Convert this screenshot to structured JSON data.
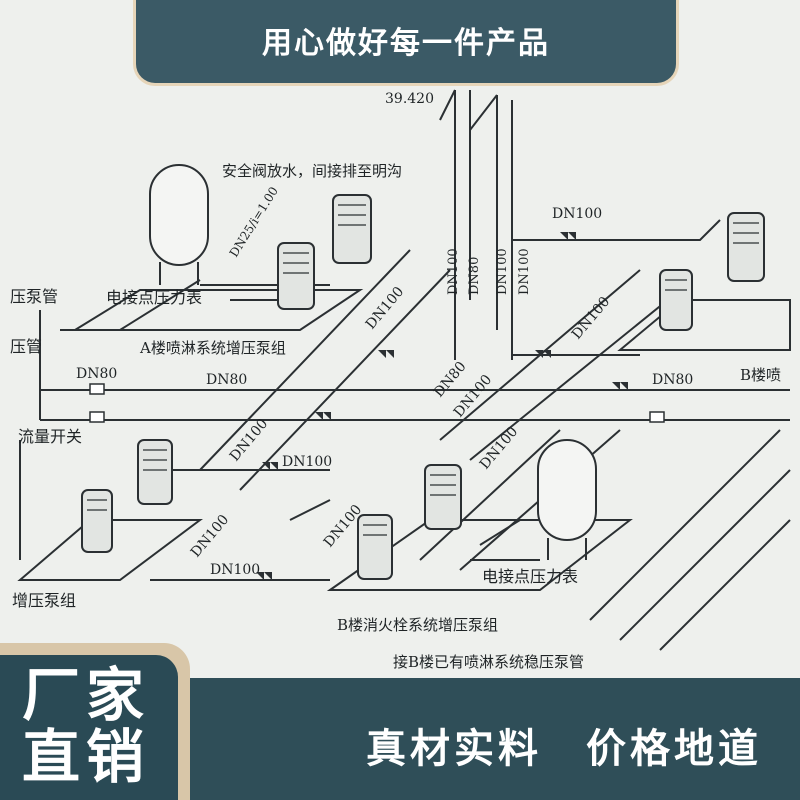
{
  "banner": {
    "title": "用心做好每一件产品"
  },
  "badge": {
    "line1": "厂家",
    "line2": "直销"
  },
  "slogan": {
    "text": "真材实料　价格地道"
  },
  "diagram": {
    "elevation": "39.420",
    "safety_valve_note": "安全阀放水，间接排至明沟",
    "pipe_slope": "DN25/i=1.00",
    "dn100": "DN100",
    "dn80": "DN80",
    "electric_gauge_a": "电接点压力表",
    "electric_gauge_b": "电接点压力表",
    "group_a": "A楼喷淋系统增压泵组",
    "group_b_fire": "B楼消火栓系统增压泵组",
    "building_b_spray": "B楼喷",
    "left_pump_pipe": "压泵管",
    "left_pipe": "压管",
    "flow_switch": "流量开关",
    "left_group": "增压泵组",
    "connect_note": "接B楼已有喷淋系统稳压泵管"
  },
  "colors": {
    "banner": "#3b5a66",
    "bottom_bar": "#2f4e58",
    "badge_border": "#d8c6a8",
    "line": "#2b3033"
  }
}
